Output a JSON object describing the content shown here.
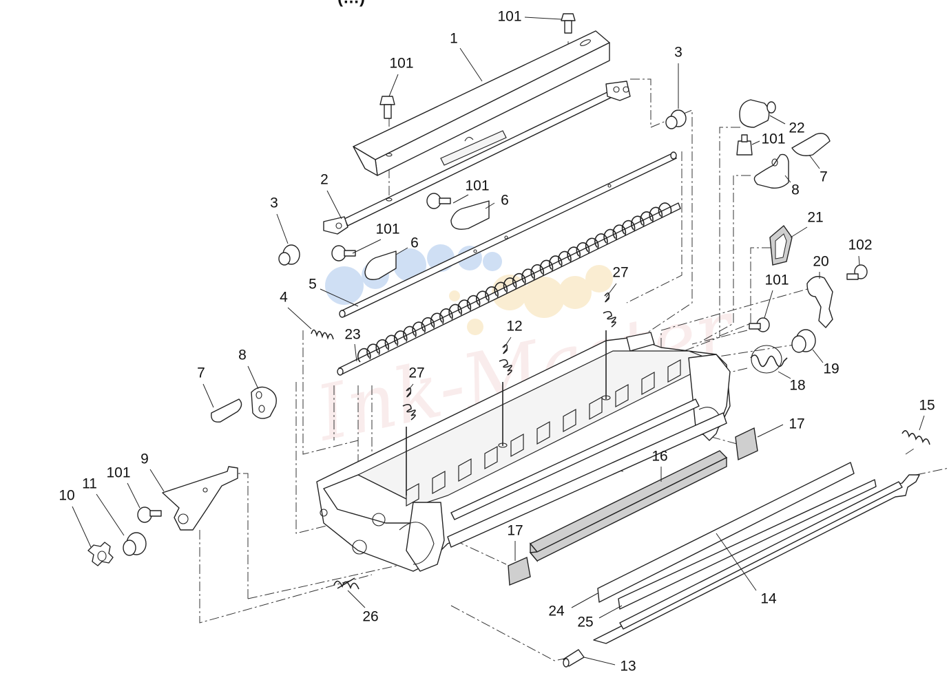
{
  "header": {
    "title_fragment": "(…)"
  },
  "watermark": {
    "text": "Ink-Master",
    "colors": [
      "#9fbfe8",
      "#f3d8a0",
      "#e6b4b4"
    ]
  },
  "callouts": [
    {
      "id": "c101a",
      "label": "101"
    },
    {
      "id": "c1",
      "label": "1"
    },
    {
      "id": "c101b",
      "label": "101"
    },
    {
      "id": "c3a",
      "label": "3"
    },
    {
      "id": "c22",
      "label": "22"
    },
    {
      "id": "c101c",
      "label": "101"
    },
    {
      "id": "c7a",
      "label": "7"
    },
    {
      "id": "c8a",
      "label": "8"
    },
    {
      "id": "c2",
      "label": "2"
    },
    {
      "id": "c101d",
      "label": "101"
    },
    {
      "id": "c6a",
      "label": "6"
    },
    {
      "id": "c3b",
      "label": "3"
    },
    {
      "id": "c101e",
      "label": "101"
    },
    {
      "id": "c6b",
      "label": "6"
    },
    {
      "id": "c21",
      "label": "21"
    },
    {
      "id": "c102",
      "label": "102"
    },
    {
      "id": "c20",
      "label": "20"
    },
    {
      "id": "c5",
      "label": "5"
    },
    {
      "id": "c27a",
      "label": "27"
    },
    {
      "id": "c4",
      "label": "4"
    },
    {
      "id": "c101f",
      "label": "101"
    },
    {
      "id": "c12",
      "label": "12"
    },
    {
      "id": "c23",
      "label": "23"
    },
    {
      "id": "c19",
      "label": "19"
    },
    {
      "id": "c18",
      "label": "18"
    },
    {
      "id": "c7b",
      "label": "7"
    },
    {
      "id": "c8b",
      "label": "8"
    },
    {
      "id": "c27b",
      "label": "27"
    },
    {
      "id": "c15",
      "label": "15"
    },
    {
      "id": "c17a",
      "label": "17"
    },
    {
      "id": "c16",
      "label": "16"
    },
    {
      "id": "c9",
      "label": "9"
    },
    {
      "id": "c101g",
      "label": "101"
    },
    {
      "id": "c11",
      "label": "11"
    },
    {
      "id": "c10",
      "label": "10"
    },
    {
      "id": "c17b",
      "label": "17"
    },
    {
      "id": "c14",
      "label": "14"
    },
    {
      "id": "c24",
      "label": "24"
    },
    {
      "id": "c25",
      "label": "25"
    },
    {
      "id": "c26",
      "label": "26"
    },
    {
      "id": "c13",
      "label": "13"
    }
  ]
}
